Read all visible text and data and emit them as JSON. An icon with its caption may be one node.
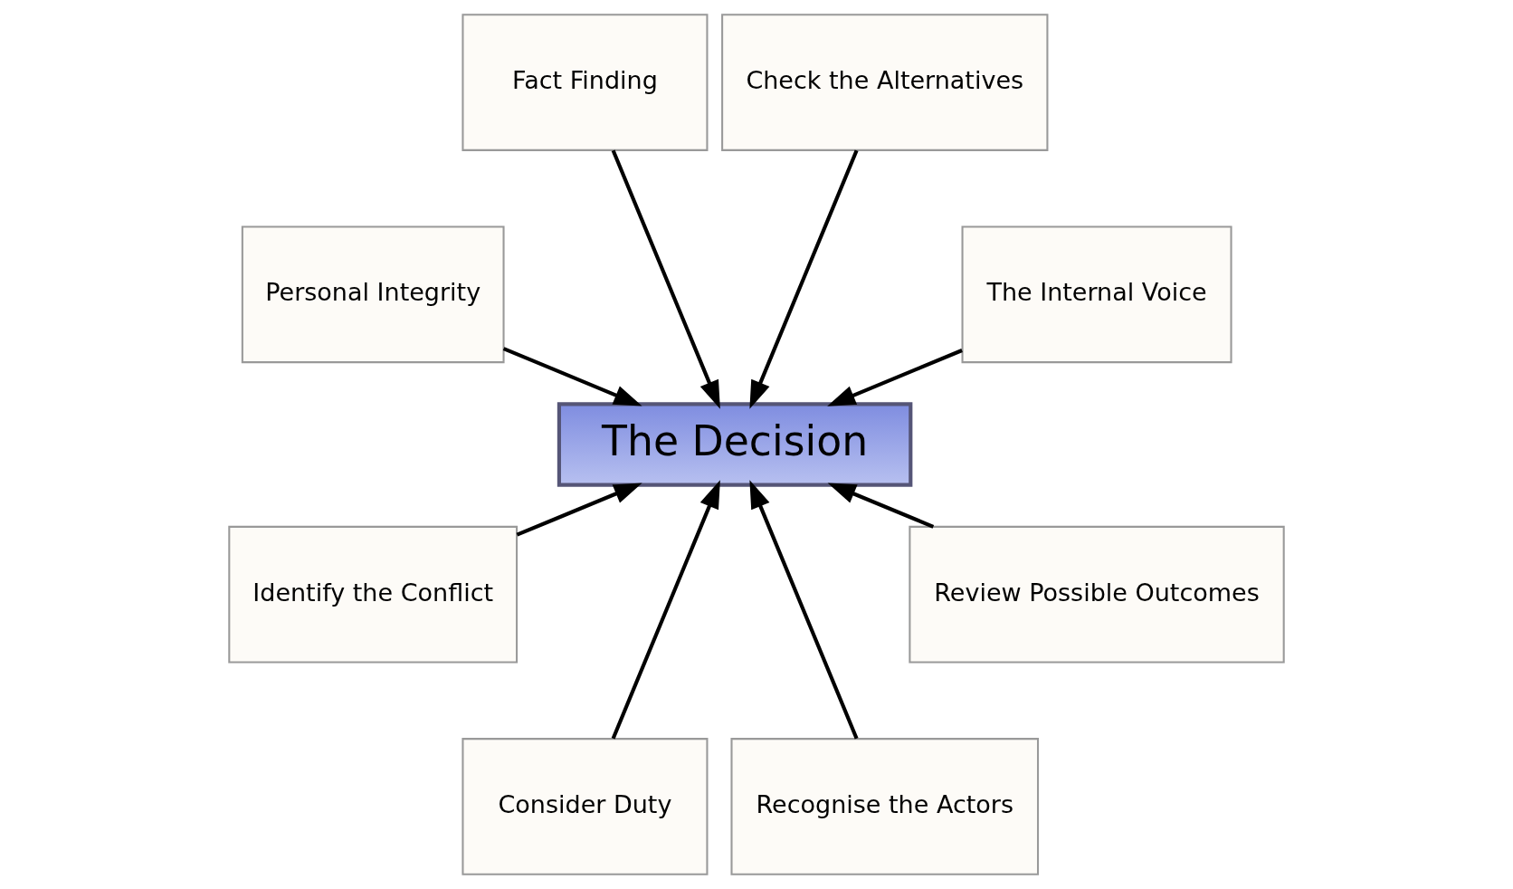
{
  "diagram": {
    "nodes": [
      {
        "text": [
          "The Internal Voice"
        ]
      },
      {
        "text": [
          "Check the Alternatives"
        ]
      },
      {
        "text": [
          "Fact Finding"
        ]
      },
      {
        "text": [
          "Personal Integrity"
        ]
      },
      {
        "text": [
          "The Decision"
        ]
      },
      {
        "text": [
          "Identify the Conflict"
        ]
      },
      {
        "text": [
          "Consider Duty"
        ]
      },
      {
        "text": [
          "Recognise the Actors"
        ]
      },
      {
        "text": [
          "Review Possible Outcomes"
        ]
      }
    ],
    "edges": [
      {
        "from": 0,
        "to": 4,
        "arrow": "to"
      },
      {
        "from": 1,
        "to": 4,
        "arrow": "to"
      },
      {
        "from": 2,
        "to": 4,
        "arrow": "to"
      },
      {
        "from": 3,
        "to": 4,
        "arrow": "to"
      },
      {
        "from": 5,
        "to": 4,
        "arrow": "to"
      },
      {
        "from": 6,
        "to": 4,
        "arrow": "to"
      },
      {
        "from": 7,
        "to": 4,
        "arrow": "to"
      },
      {
        "from": 8,
        "to": 4,
        "arrow": "to"
      }
    ]
  }
}
